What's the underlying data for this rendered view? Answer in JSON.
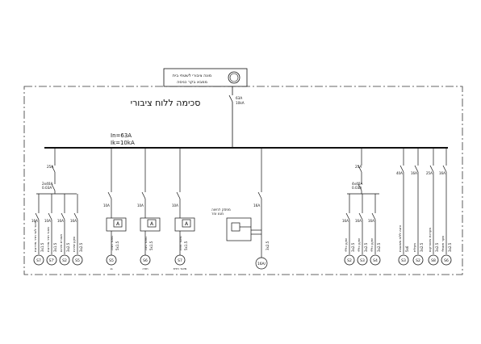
{
  "meter_box": {
    "line1": "מונה ציבורי לשטחי בית",
    "line2": "ממבא בקר כניסה"
  },
  "title": "סכימה ללוח ציבורי",
  "main_breaker": {
    "rating": "63A",
    "curve": "10kA"
  },
  "busbar": {
    "in": "In=63A",
    "ik": "Ik=10kA"
  },
  "rcd_left": {
    "rating": "25A",
    "rcd": "2x40A",
    "sens": "0.03A"
  },
  "rcd_right": {
    "rating": "25A",
    "rcd": "4x40A",
    "sens": "0.03A"
  },
  "group_left": [
    {
      "breaker": "16A",
      "desc": "מאור לובי חדר מדרגות",
      "cable": "3x1.5",
      "node": "S7"
    },
    {
      "breaker": "10A",
      "desc": "מאור חדר מדרגות",
      "cable": "3x1.5",
      "node": "S7'"
    },
    {
      "breaker": "16A",
      "desc": "תאורת חירום",
      "cable": "3x2.5",
      "node": "S2"
    },
    {
      "breaker": "16A",
      "desc": "שקע שירות",
      "cable": "3x2.5",
      "node": "S5"
    }
  ],
  "timers": [
    {
      "breaker": "10A",
      "meter": "A",
      "desc": "מאור חניה",
      "cable": "5x1.5",
      "node": "S5",
      "note": "גג"
    },
    {
      "breaker": "10A",
      "meter": "A",
      "desc": "מאור גינה",
      "cable": "5x1.5",
      "node": "S6",
      "note": "חניה"
    },
    {
      "breaker": "10A",
      "meter": "A",
      "desc": "מאור חזית",
      "cable": "5x1.5",
      "node": "S7",
      "note": "מאור חזית"
    }
  ],
  "contactor": {
    "label1": "מפסק לחיצה",
    "label2": "מגע עזר",
    "breaker": "16A",
    "cable": "3x2.5",
    "node": "16A/"
  },
  "group_right": [
    {
      "breaker": "16A",
      "desc": "שקע כללי",
      "cable": "3x2.5",
      "node": "S2"
    },
    {
      "breaker": "16A",
      "desc": "שקע כללי",
      "cable": "3x2.5",
      "node": "S3"
    },
    {
      "breaker": "16A",
      "desc": "שקע כללי",
      "cable": "3x2.5",
      "node": "S4"
    }
  ],
  "group_far": [
    {
      "breaker": "40A",
      "desc": "הזנה ללוח משאבות",
      "cable": "5x6",
      "node": "S3"
    },
    {
      "breaker": "16A",
      "desc": "מעלית",
      "cable": "3x2.5",
      "node": "S2"
    },
    {
      "breaker": "25A",
      "desc": "מערכת אינטרקום",
      "cable": "3x2.5",
      "node": "S8"
    },
    {
      "breaker": "16A",
      "desc": "שער חשמלי",
      "cable": "3x2.5",
      "node": "S6"
    }
  ]
}
